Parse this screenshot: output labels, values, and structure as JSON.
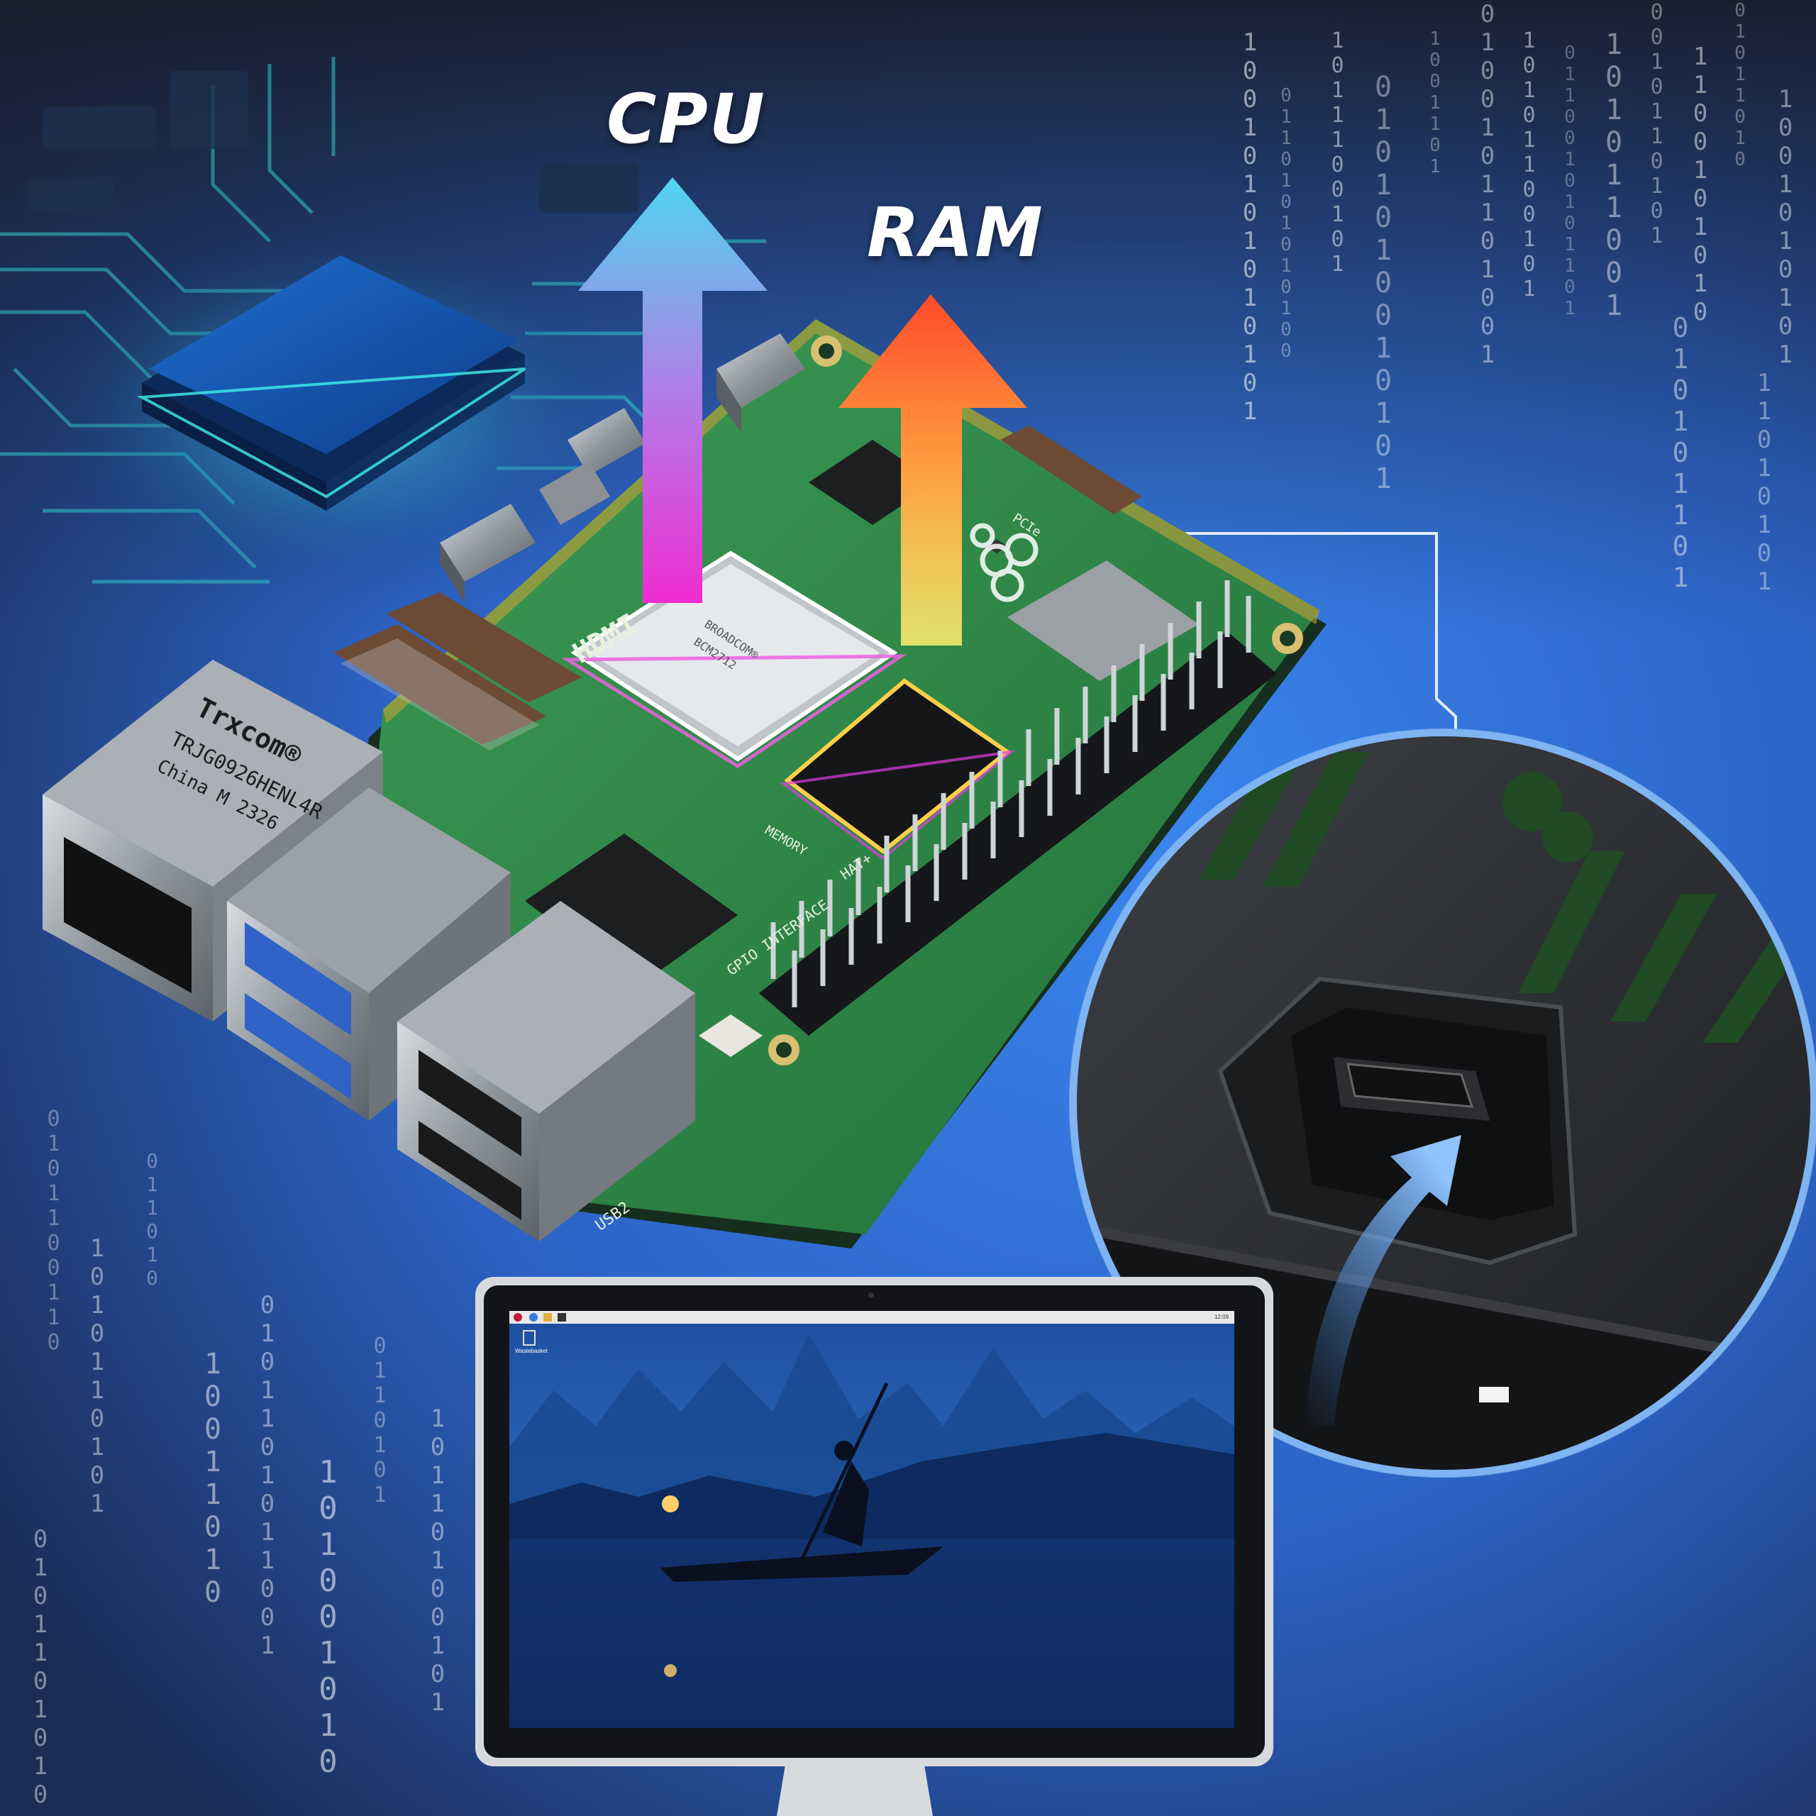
{
  "labels": {
    "cpu": "CPU",
    "ram": "RAM"
  },
  "board": {
    "ethernet_maker": "Trxcom®",
    "ethernet_part": "TRJG0926HENL4R",
    "ethernet_origin": "China M 2326",
    "hdmi_print": "HDMI",
    "chip_text_1": "BROADCOM®",
    "chip_text_2": "BCM2712",
    "memory_print": "MEMORY",
    "gpio_print": "GPIO INTERFACE",
    "hat_print": "HAT+",
    "pcie_print": "PCIe",
    "usb_print": "USB2"
  },
  "desktop": {
    "trash_label": "Wastebasket",
    "clock": "12:09"
  },
  "binary_columns": [
    "10010101010101",
    "0110101010100",
    "1011100101",
    "0101010010101",
    "1001101",
    "0100101101001",
    "10101100101",
    "0110010101101",
    "101011001",
    "0010110101",
    "1100101010",
    "01011010",
    "1001010101",
    "010101101",
    "11010101",
    "0101100110",
    "1010110101",
    "011010",
    "10011010",
    "0101101011001",
    "101001010",
    "0110101",
    "10110100101",
    "0101101010"
  ],
  "colors": {
    "bg_top": "#1a2740",
    "bg_mid": "#2c6fd6",
    "bg_bright": "#3a86f0",
    "pcb_green": "#2f8a4a",
    "cpu_arrow_top": "#4fd6f0",
    "cpu_arrow_bottom": "#e83ad8",
    "ram_arrow_top": "#ff4a2a",
    "ram_arrow_bottom": "#ffe060"
  }
}
